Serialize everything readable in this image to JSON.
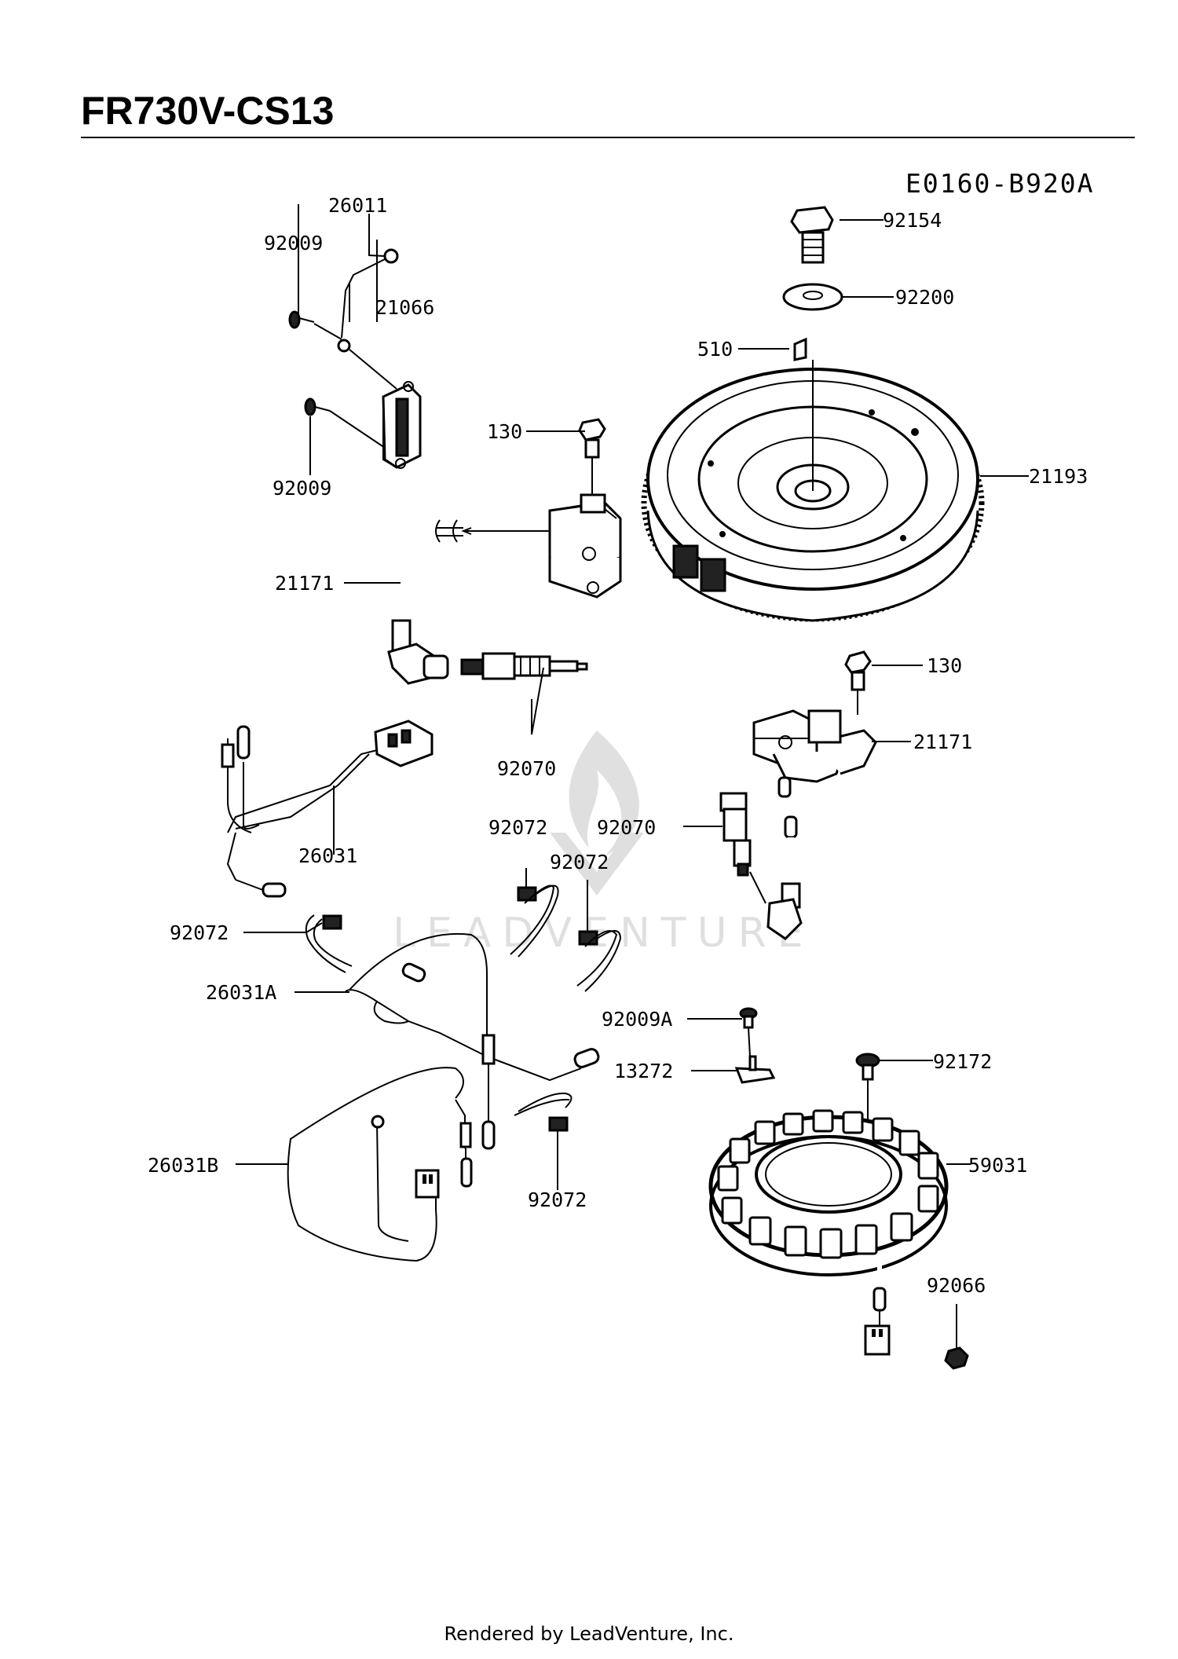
{
  "title": "FR730V-CS13",
  "diagram_code": "E0160-B920A",
  "footer": "Rendered by LeadVenture, Inc.",
  "watermark": "LEADVENTURE",
  "parts": [
    {
      "id": "p26011",
      "label": "26011"
    },
    {
      "id": "p92009a",
      "label": "92009"
    },
    {
      "id": "p21066",
      "label": "21066"
    },
    {
      "id": "p92009b",
      "label": "92009"
    },
    {
      "id": "p130a",
      "label": "130"
    },
    {
      "id": "p21171a",
      "label": "21171"
    },
    {
      "id": "p92070a",
      "label": "92070"
    },
    {
      "id": "p26031",
      "label": "26031"
    },
    {
      "id": "p92154",
      "label": "92154"
    },
    {
      "id": "p92200",
      "label": "92200"
    },
    {
      "id": "p510",
      "label": "510"
    },
    {
      "id": "p21193",
      "label": "21193"
    },
    {
      "id": "p130b",
      "label": "130"
    },
    {
      "id": "p21171b",
      "label": "21171"
    },
    {
      "id": "p92072a",
      "label": "92072"
    },
    {
      "id": "p92070b",
      "label": "92070"
    },
    {
      "id": "p92072b",
      "label": "92072"
    },
    {
      "id": "p92072c",
      "label": "92072"
    },
    {
      "id": "p26031A",
      "label": "26031A"
    },
    {
      "id": "p92009A",
      "label": "92009A"
    },
    {
      "id": "p13272",
      "label": "13272"
    },
    {
      "id": "p92172",
      "label": "92172"
    },
    {
      "id": "p59031",
      "label": "59031"
    },
    {
      "id": "p26031B",
      "label": "26031B"
    },
    {
      "id": "p92072d",
      "label": "92072"
    },
    {
      "id": "p92066",
      "label": "92066"
    }
  ]
}
